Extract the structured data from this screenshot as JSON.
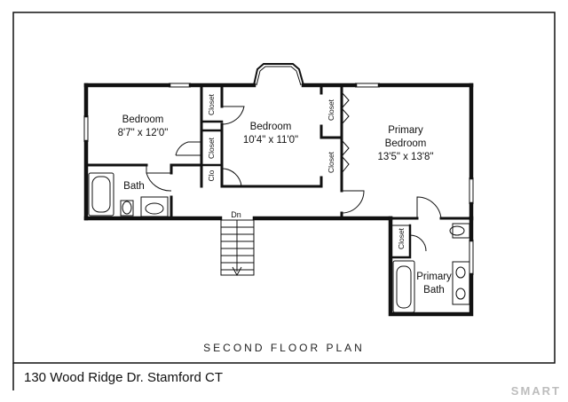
{
  "rooms": {
    "bedroom_left": {
      "name": "Bedroom",
      "dims": "8'7\" x 12'0\""
    },
    "bedroom_mid": {
      "name": "Bedroom",
      "dims": "10'4\" x 11'0\""
    },
    "primary_bedroom": {
      "name_line1": "Primary",
      "name_line2": "Bedroom",
      "dims": "13'5\" x 13'8\""
    },
    "bath": {
      "name": "Bath"
    },
    "primary_bath": {
      "name_line1": "Primary",
      "name_line2": "Bath"
    }
  },
  "closets": {
    "c1": "Closet",
    "c2": "Closet",
    "c3": "Clo",
    "c4": "Closet",
    "c5": "Closet",
    "c6": "Closet"
  },
  "stairs_label": "Dn",
  "caption": "SECOND FLOOR PLAN",
  "address": "130 Wood Ridge Dr. Stamford CT",
  "brand": "SMART"
}
